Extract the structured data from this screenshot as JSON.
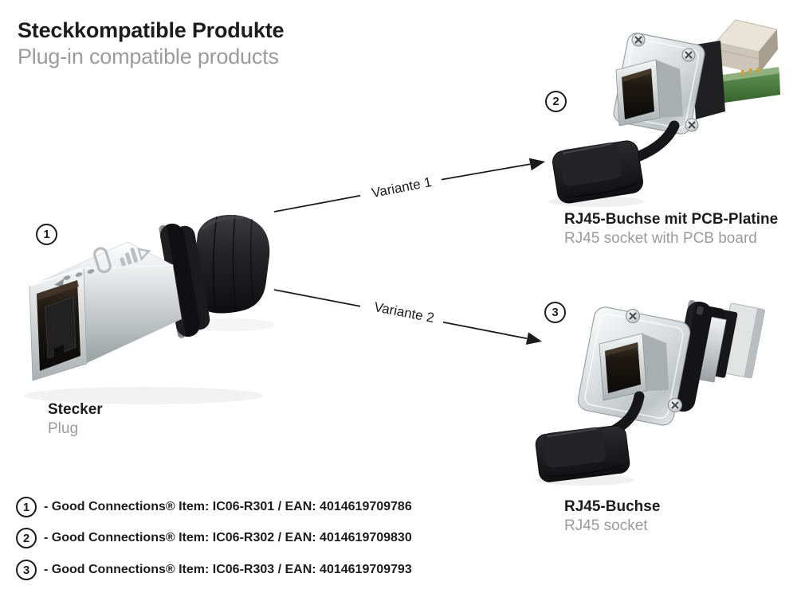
{
  "header": {
    "title_de": "Steckkompatible Produkte",
    "title_en": "Plug-in compatible products"
  },
  "diagram": {
    "source_product": {
      "marker": "1",
      "name_de": "Stecker",
      "name_en": "Plug"
    },
    "variants": [
      {
        "label": "Variante 1",
        "target_marker": "2"
      },
      {
        "label": "Variante 2",
        "target_marker": "3"
      }
    ],
    "target_products": [
      {
        "marker": "2",
        "name_de": "RJ45-Buchse mit PCB-Platine",
        "name_en": "RJ45 socket with PCB board"
      },
      {
        "marker": "3",
        "name_de": "RJ45-Buchse",
        "name_en": "RJ45 socket"
      }
    ]
  },
  "item_list": [
    {
      "marker": "1",
      "text": "- Good Connections® Item: IC06-R301 / EAN: 4014619709786"
    },
    {
      "marker": "2",
      "text": "- Good Connections® Item: IC06-R302 / EAN: 4014619709830"
    },
    {
      "marker": "3",
      "text": "- Good Connections® Item: IC06-R303 / EAN: 4014619709793"
    }
  ],
  "colors": {
    "background": "#ffffff",
    "text_primary": "#1c1c1c",
    "text_secondary": "#9b9b9b",
    "line_color": "#1c1c1c",
    "pcb_green": "#47773c"
  }
}
